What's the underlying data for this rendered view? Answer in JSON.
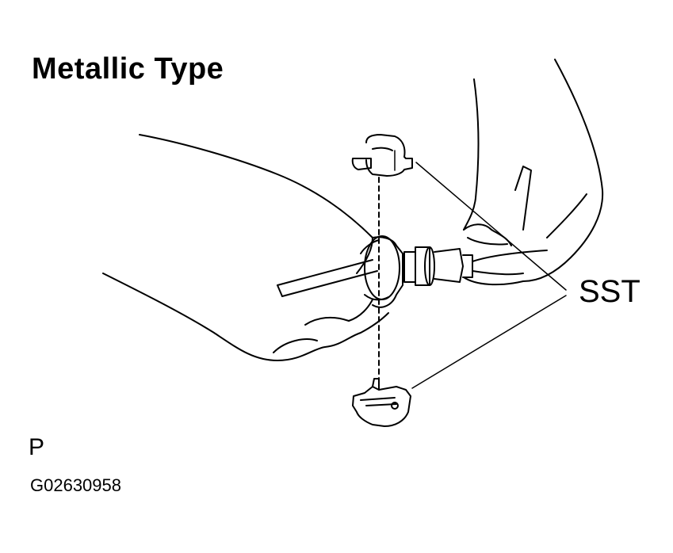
{
  "title": "Metallic Type",
  "callout_label": "SST",
  "view_letter": "P",
  "figure_code": "G02630958"
}
